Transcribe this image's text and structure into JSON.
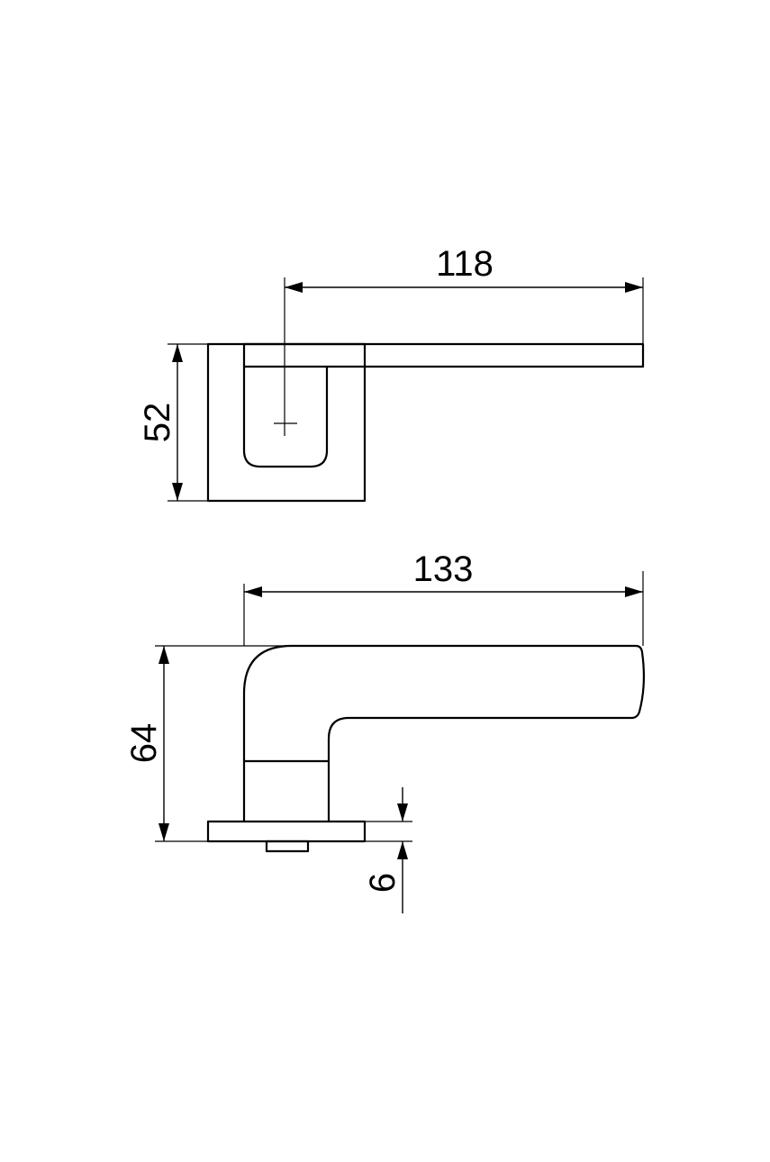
{
  "drawing": {
    "line_color": "#000000",
    "background": "#ffffff",
    "top_view": {
      "dimensions": {
        "length": "118",
        "height": "52"
      }
    },
    "side_view": {
      "dimensions": {
        "length": "133",
        "height": "64",
        "rose_thickness": "6"
      }
    }
  }
}
